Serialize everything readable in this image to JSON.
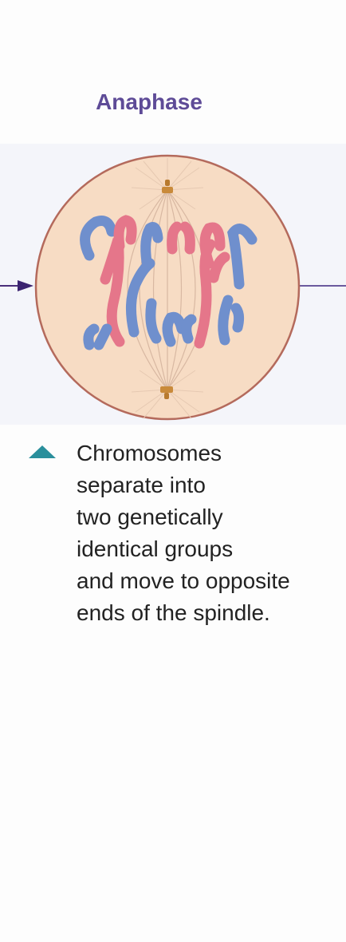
{
  "stage": {
    "title": "Anaphase"
  },
  "caption": {
    "lines": [
      "Chromosomes",
      "separate into",
      "two genetically",
      "identical groups",
      "and move to opposite",
      "ends of the spindle."
    ]
  },
  "colors": {
    "title": "#5e4b97",
    "cell_fill": "#f7dcc4",
    "cell_border": "#b46a5c",
    "chromosome_blue": "#6f8fcd",
    "chromosome_pink": "#e5768a",
    "arrow": "#4a2f7a",
    "bullet": "#2a8f9c"
  },
  "icons": {
    "bullet": "triangle-up-icon",
    "incoming_arrow": "arrow-right-icon"
  }
}
